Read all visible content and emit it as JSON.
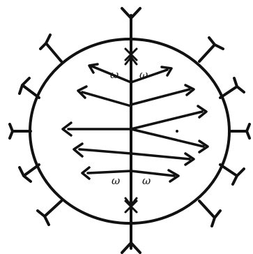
{
  "figure": {
    "ink_color": "#111111",
    "background_color": "#ffffff",
    "marks": {
      "top_left": "ω",
      "top_right": "ω",
      "bottom_left": "ω",
      "bottom_right": "ω"
    }
  }
}
